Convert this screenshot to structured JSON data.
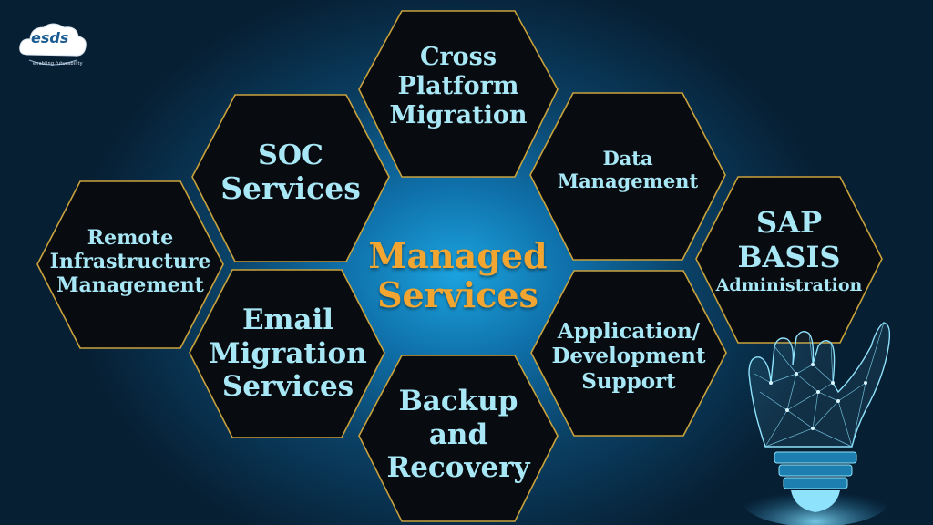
{
  "logo": {
    "brand": "esds",
    "tagline": "enabling futurability"
  },
  "center": {
    "line1": "Managed",
    "line2": "Services"
  },
  "services": [
    {
      "lines": [
        "Cross",
        "Platform",
        "Migration"
      ]
    },
    {
      "lines": [
        "SOC",
        "Services"
      ]
    },
    {
      "lines": [
        "Data",
        "Management"
      ]
    },
    {
      "lines": [
        "Remote",
        "Infrastructure",
        "Management"
      ]
    },
    {
      "lines": [
        "SAP",
        "BASIS",
        "Administration"
      ]
    },
    {
      "lines": [
        "Email",
        "Migration",
        "Services"
      ]
    },
    {
      "lines": [
        "Application/",
        "Development",
        "Support"
      ]
    },
    {
      "lines": [
        "Backup",
        "and",
        "Recovery"
      ]
    }
  ],
  "colors": {
    "accent": "#f2a530",
    "label": "#a8e7f5",
    "hex_fill": "#080b10",
    "hex_border": "#c9a23c"
  }
}
